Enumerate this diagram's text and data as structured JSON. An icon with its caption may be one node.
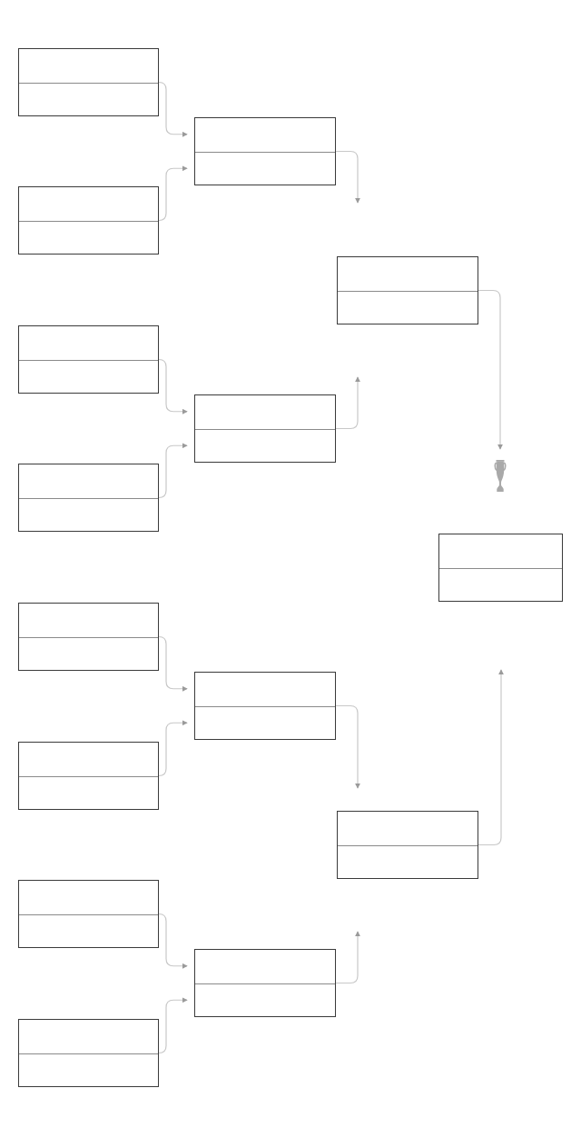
{
  "diagram": {
    "nodes": [
      {
        "text": [],
        "shape": "box"
      },
      {
        "text": [],
        "shape": "box"
      },
      {
        "text": [],
        "shape": "box"
      },
      {
        "text": [],
        "shape": "box"
      },
      {
        "text": [],
        "shape": "box"
      },
      {
        "text": [],
        "shape": "box"
      },
      {
        "text": [],
        "shape": "box"
      },
      {
        "text": [],
        "shape": "box"
      },
      {
        "text": [],
        "shape": "box"
      },
      {
        "text": [],
        "shape": "box"
      },
      {
        "text": [],
        "shape": "box"
      },
      {
        "text": [],
        "shape": "box"
      },
      {
        "text": [],
        "shape": "box"
      },
      {
        "text": [],
        "shape": "box"
      },
      {
        "text": [],
        "shape": "picture"
      },
      {
        "text": [],
        "shape": "box"
      }
    ],
    "edges": [
      {
        "from": 0,
        "to": 8,
        "arrow": "to"
      },
      {
        "from": 1,
        "to": 8,
        "arrow": "to"
      },
      {
        "from": 2,
        "to": 9,
        "arrow": "to"
      },
      {
        "from": 3,
        "to": 9,
        "arrow": "to"
      },
      {
        "from": 4,
        "to": 10,
        "arrow": "to"
      },
      {
        "from": 5,
        "to": 10,
        "arrow": "to"
      },
      {
        "from": 6,
        "to": 11,
        "arrow": "to"
      },
      {
        "from": 7,
        "to": 11,
        "arrow": "to"
      },
      {
        "from": 8,
        "to": null,
        "arrow": "to"
      },
      {
        "from": 9,
        "to": null,
        "arrow": "to"
      },
      {
        "from": 10,
        "to": 13,
        "arrow": "to"
      },
      {
        "from": 11,
        "to": null,
        "arrow": "to"
      },
      {
        "from": 12,
        "to": 14,
        "arrow": "to"
      },
      {
        "from": 13,
        "to": null,
        "arrow": "to"
      }
    ]
  }
}
